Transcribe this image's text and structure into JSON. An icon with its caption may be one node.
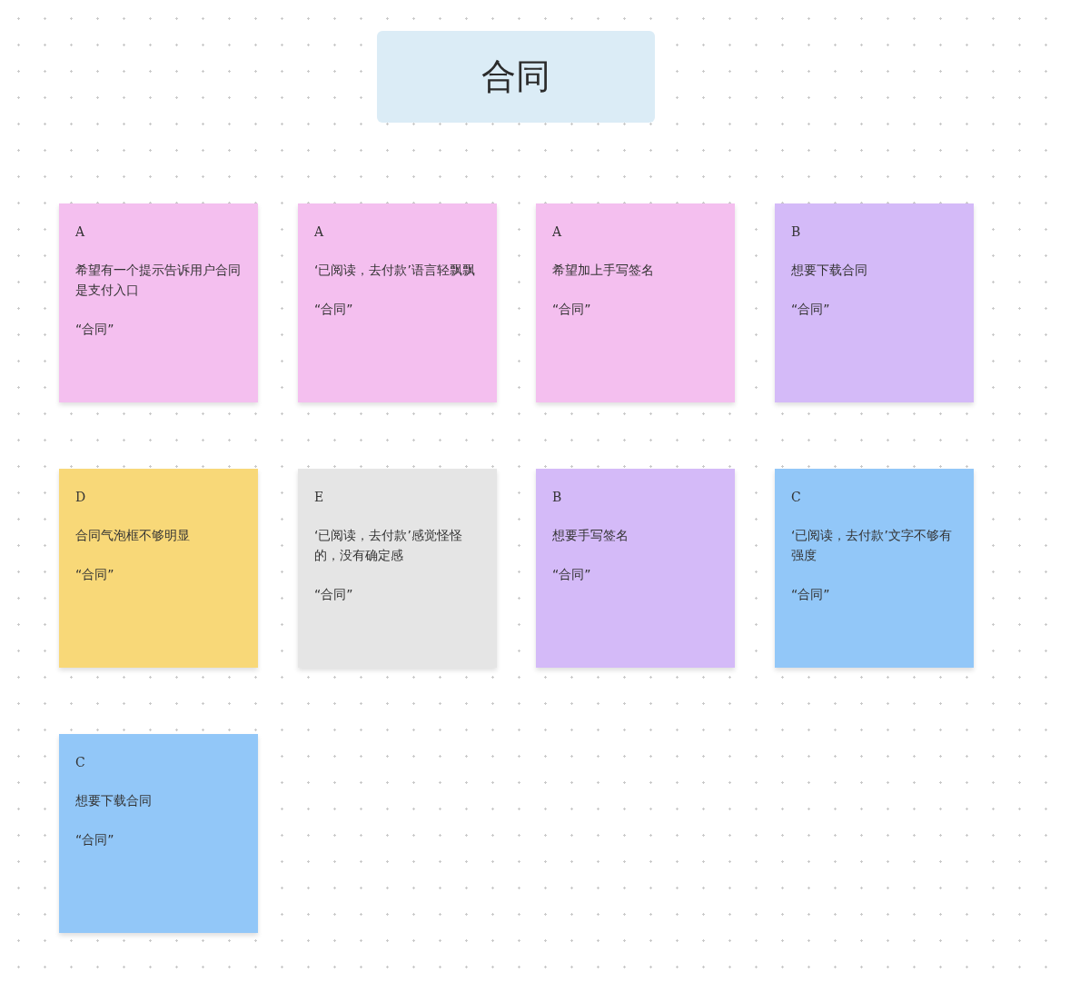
{
  "diagram": {
    "title": "合同",
    "nodes": [
      {
        "text": [
          "A",
          "希望有一个提示告诉用户合同是支付入口",
          "“合同”"
        ]
      },
      {
        "text": [
          "A",
          "‘已阅读，去付款’语言轻飘飘",
          "“合同”"
        ]
      },
      {
        "text": [
          "A",
          "希望加上手写签名",
          "“合同”"
        ]
      },
      {
        "text": [
          "B",
          "想要下载合同",
          "“合同”"
        ]
      },
      {
        "text": [
          "D",
          "合同气泡框不够明显",
          "“合同”"
        ]
      },
      {
        "text": [
          "E",
          "‘已阅读，去付款’感觉怪怪的，没有确定感",
          "“合同”"
        ]
      },
      {
        "text": [
          "B",
          "想要手写签名",
          "“合同”"
        ]
      },
      {
        "text": [
          "C",
          "‘已阅读，去付款’文字不够有强度",
          "“合同”"
        ]
      },
      {
        "text": [
          "C",
          "想要下载合同",
          "“合同”"
        ]
      }
    ]
  }
}
